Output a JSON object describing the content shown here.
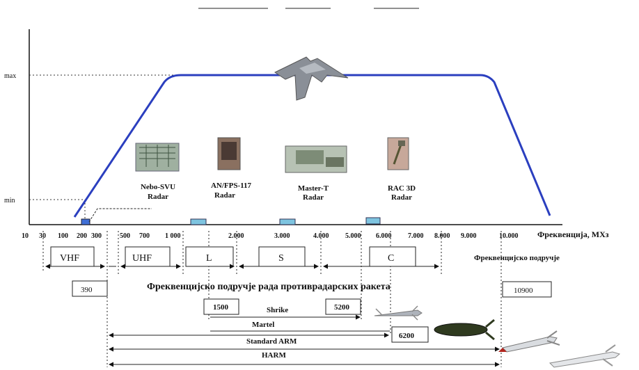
{
  "y_axis": {
    "max_label": "max",
    "min_label": "min"
  },
  "x_axis": {
    "title": "Фреквенција, MХз",
    "ticks": [
      "10",
      "30",
      "100",
      "200",
      "300",
      "500",
      "700",
      "1 000",
      "2.000",
      "3.000",
      "4.000",
      "5.000",
      "6.000",
      "7.000",
      "8.000",
      "9.000",
      "10.000"
    ]
  },
  "band_row_label": "Фреквенцијско подручје",
  "bands": [
    "VHF",
    "UHF",
    "L",
    "S",
    "C"
  ],
  "radars": [
    {
      "name": "Nebo-SVU",
      "sub": "Radar"
    },
    {
      "name": "AN/FPS-117",
      "sub": "Radar"
    },
    {
      "name": "Master-T",
      "sub": "Radar"
    },
    {
      "name": "RAC 3D",
      "sub": "Radar"
    }
  ],
  "missile_range_title": "Фреквенцијско подручје рада противрадарских ракета",
  "range_values": {
    "left": "390",
    "right": "10900",
    "shrike_low": "1500",
    "shrike_high": "5200",
    "martel_high": "6200"
  },
  "missiles": [
    "Shrike",
    "Martel",
    "Standard ARM",
    "HARM"
  ],
  "colors": {
    "curve": "#2b3fbf",
    "band_marker": "#7ec4e0",
    "axis": "#111111"
  }
}
